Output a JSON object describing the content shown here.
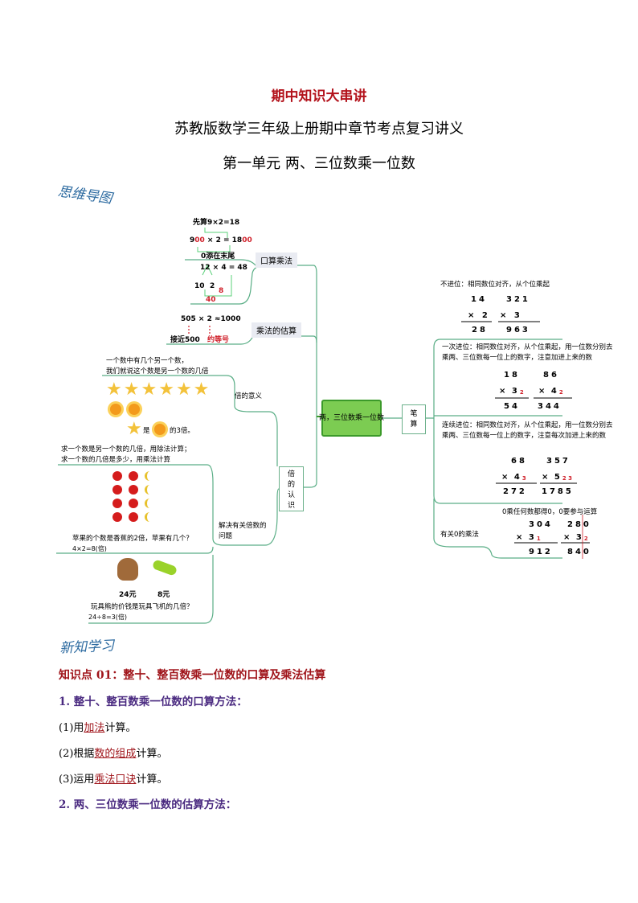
{
  "header": {
    "title": "期中知识大串讲",
    "subtitle": "苏教版数学三年级上册期中章节考点复习讲义",
    "unit": "第一单元  两、三位数乘一位数",
    "mindmap_label": "思维导图"
  },
  "mindmap": {
    "center": "两，三位数乘一位数",
    "left": {
      "oral": {
        "label": "口算乘法",
        "step": "先算9×2=18",
        "eq_a": "9",
        "eq_b": "00",
        "eq_c": " × 2 = 18",
        "eq_d": "00",
        "note": "0添在末尾",
        "eq2": "12 × 4 = 48",
        "split_a": "10",
        "split_b": "2",
        "part8": "8",
        "part40": "40"
      },
      "estimate": {
        "label": "乘法的估算",
        "eq": "505 × 2 ≈1000",
        "near": "接近500",
        "approx": "约等号"
      },
      "meaning": {
        "label": "倍的意义",
        "line1": "一个数中有几个另一个数，",
        "line2": "我们就说这个数是另一个数的几倍",
        "sentence_a": "是",
        "sentence_b": "的3倍。"
      },
      "times": {
        "label": "倍的认识"
      },
      "problems": {
        "label": "解决有关倍数的问题",
        "rule1": "求一个数是另一个数的几倍，用除法计算；",
        "rule2": "求一个数的几倍是多少，用乘法计算",
        "q1": "苹果的个数是香蕉的2倍，苹果有几个？",
        "a1": "4×2=8(倍)",
        "price_bear": "24元",
        "price_plane": "8元",
        "q2": "玩具熊的价钱是玩具飞机的几倍？",
        "a2": "24÷8=3(倍)"
      }
    },
    "right": {
      "label": "笔算",
      "no_carry": {
        "desc": "不进位：相同数位对齐，从个位乘起",
        "a1": "14",
        "b1": "× 2",
        "r1": "28",
        "a2": "321",
        "b2": "×  3",
        "r2": "963"
      },
      "one_carry": {
        "desc1": "一次进位：相同数位对齐，从个位乘起，用一位数分别去",
        "desc2": "乘两、三位数每一位上的数字，注意加进上来的数",
        "a1": "18",
        "b1": "× 3",
        "c1": "2",
        "r1": "54",
        "a2": "86",
        "b2": "× 4",
        "c2": "2",
        "r2": "344"
      },
      "multi_carry": {
        "desc1": "连续进位：相同数位对齐，从个位乘起，用一位数分别去",
        "desc2": "乘两、三位数每一位上的数字，注意每次加进上来的数",
        "a1": "68",
        "b1": "×  4",
        "c1": "3",
        "r1": "272",
        "a2": "357",
        "b2": "×    5",
        "c2": "2 3",
        "r2": "1785"
      },
      "zero": {
        "label": "有关0的乘法",
        "desc": "0乘任何数都得0，0要参与运算",
        "a1": "304",
        "b1": "×   3",
        "c1": "1",
        "r1": "912",
        "a2": "280",
        "b2": "× 3",
        "c2": "2",
        "r2": "840"
      }
    }
  },
  "section": {
    "label": "新知学习",
    "kp": "知识点 01：整十、整百数乘一位数的口算及乘法估算",
    "h1": "1. 整十、整百数乘一位数的口算方法：",
    "items": [
      {
        "pre": "(1)用",
        "key": "加法",
        "post": "计算。"
      },
      {
        "pre": "(2)根据",
        "key": "数的组成",
        "post": "计算。"
      },
      {
        "pre": "(3)运用",
        "key": "乘法口诀",
        "post": "计算。"
      }
    ],
    "h2": "2. 两、三位数乘一位数的估算方法："
  }
}
